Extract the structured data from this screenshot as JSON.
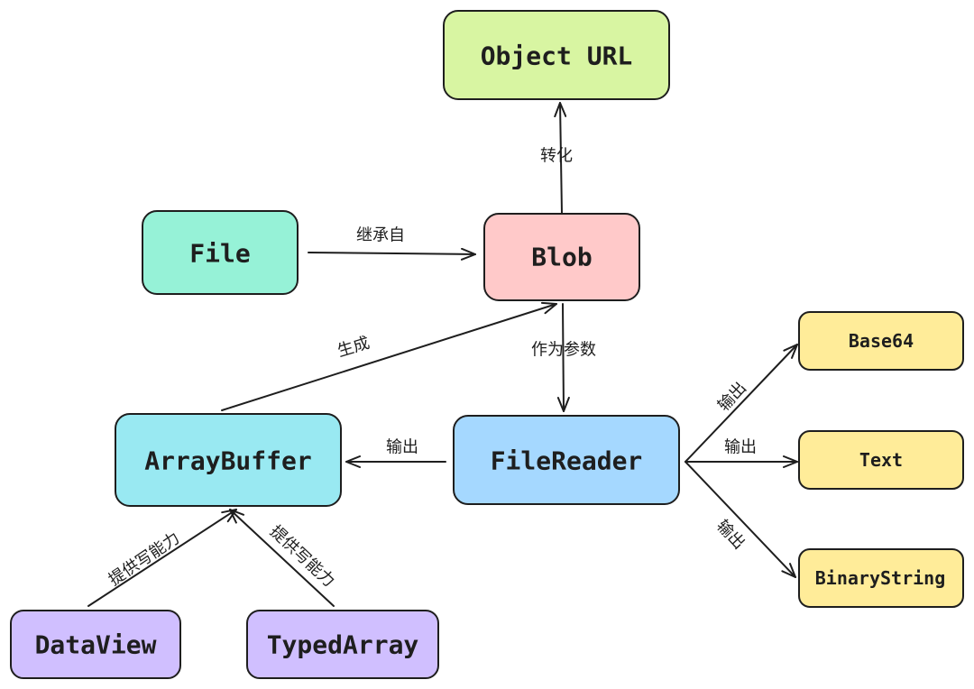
{
  "palette": {
    "green": "#b2f2bb",
    "teal": "#96f2d7",
    "red": "#ffc9c9",
    "cyan": "#99e9f2",
    "blue": "#a5d8ff",
    "yellow": "#ffec99",
    "violet": "#d0bfff",
    "lime": "#d8f5a2"
  },
  "nodes": {
    "object_url": {
      "label": "Object URL",
      "color": "lime"
    },
    "file": {
      "label": "File",
      "color": "teal"
    },
    "blob": {
      "label": "Blob",
      "color": "red"
    },
    "arraybuffer": {
      "label": "ArrayBuffer",
      "color": "cyan"
    },
    "filereader": {
      "label": "FileReader",
      "color": "blue"
    },
    "base64": {
      "label": "Base64",
      "color": "yellow"
    },
    "text": {
      "label": "Text",
      "color": "yellow"
    },
    "binarystring": {
      "label": "BinaryString",
      "color": "yellow"
    },
    "dataview": {
      "label": "DataView",
      "color": "violet"
    },
    "typedarray": {
      "label": "TypedArray",
      "color": "violet"
    }
  },
  "edges": {
    "blob_to_object_url": {
      "label": "转化"
    },
    "file_to_blob": {
      "label": "继承自"
    },
    "arraybuffer_to_blob": {
      "label": "生成"
    },
    "blob_to_filereader": {
      "label": "作为参数"
    },
    "filereader_to_arraybuffer": {
      "label": "输出"
    },
    "filereader_to_base64": {
      "label": "输出"
    },
    "filereader_to_text": {
      "label": "输出"
    },
    "filereader_to_binarystring": {
      "label": "输出"
    },
    "dataview_to_arraybuffer": {
      "label": "提供写能力"
    },
    "typedarray_to_arraybuffer": {
      "label": "提供写能力"
    }
  }
}
